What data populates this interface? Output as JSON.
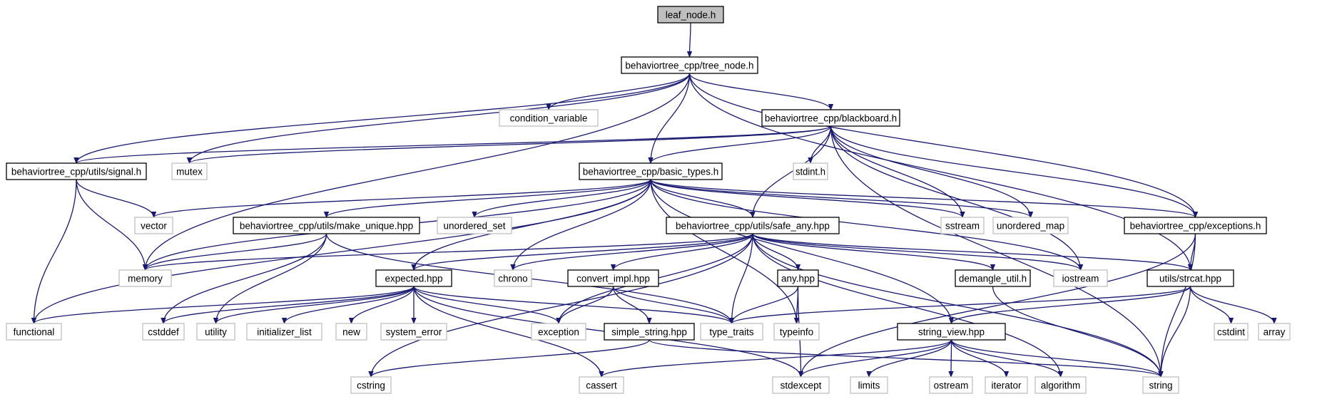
{
  "diagram": {
    "type": "include-dependency-graph",
    "colors": {
      "edge": "#191970",
      "root_fill": "#bfbfbf",
      "local_border": "#000000",
      "external_border": "#bfbfbf"
    },
    "nodes": [
      {
        "id": "leaf",
        "label": "leaf_node.h",
        "kind": "root"
      },
      {
        "id": "tree",
        "label": "behaviortree_cpp/tree_node.h",
        "kind": "local"
      },
      {
        "id": "condvar",
        "label": "condition_variable",
        "kind": "external"
      },
      {
        "id": "bb",
        "label": "behaviortree_cpp/blackboard.h",
        "kind": "local"
      },
      {
        "id": "signal",
        "label": "behaviortree_cpp/utils/signal.h",
        "kind": "local"
      },
      {
        "id": "mutex",
        "label": "mutex",
        "kind": "external"
      },
      {
        "id": "basic",
        "label": "behaviortree_cpp/basic_types.h",
        "kind": "local"
      },
      {
        "id": "stdint",
        "label": "stdint.h",
        "kind": "external"
      },
      {
        "id": "vector",
        "label": "vector",
        "kind": "external"
      },
      {
        "id": "makeu",
        "label": "behaviortree_cpp/utils/make_unique.hpp",
        "kind": "local"
      },
      {
        "id": "unset",
        "label": "unordered_set",
        "kind": "external"
      },
      {
        "id": "safe",
        "label": "behaviortree_cpp/utils/safe_any.hpp",
        "kind": "local"
      },
      {
        "id": "sstream",
        "label": "sstream",
        "kind": "external"
      },
      {
        "id": "unmap",
        "label": "unordered_map",
        "kind": "external"
      },
      {
        "id": "exc",
        "label": "behaviortree_cpp/exceptions.h",
        "kind": "local"
      },
      {
        "id": "memory",
        "label": "memory",
        "kind": "external"
      },
      {
        "id": "expected",
        "label": "expected.hpp",
        "kind": "local"
      },
      {
        "id": "chrono",
        "label": "chrono",
        "kind": "external"
      },
      {
        "id": "convert",
        "label": "convert_impl.hpp",
        "kind": "local"
      },
      {
        "id": "any",
        "label": "any.hpp",
        "kind": "local"
      },
      {
        "id": "demangle",
        "label": "demangle_util.h",
        "kind": "local"
      },
      {
        "id": "iostream",
        "label": "iostream",
        "kind": "external"
      },
      {
        "id": "strcat",
        "label": "utils/strcat.hpp",
        "kind": "local"
      },
      {
        "id": "functional",
        "label": "functional",
        "kind": "external"
      },
      {
        "id": "cstddef",
        "label": "cstddef",
        "kind": "external"
      },
      {
        "id": "utility",
        "label": "utility",
        "kind": "external"
      },
      {
        "id": "initlist",
        "label": "initializer_list",
        "kind": "external"
      },
      {
        "id": "new",
        "label": "new",
        "kind": "external"
      },
      {
        "id": "syserr",
        "label": "system_error",
        "kind": "external"
      },
      {
        "id": "exception",
        "label": "exception",
        "kind": "external"
      },
      {
        "id": "typetraits",
        "label": "type_traits",
        "kind": "external"
      },
      {
        "id": "typeinfo",
        "label": "typeinfo",
        "kind": "external"
      },
      {
        "id": "simple",
        "label": "simple_string.hpp",
        "kind": "local"
      },
      {
        "id": "strview",
        "label": "string_view.hpp",
        "kind": "local"
      },
      {
        "id": "cstdint",
        "label": "cstdint",
        "kind": "external"
      },
      {
        "id": "array",
        "label": "array",
        "kind": "external"
      },
      {
        "id": "cstring",
        "label": "cstring",
        "kind": "external"
      },
      {
        "id": "cassert",
        "label": "cassert",
        "kind": "external"
      },
      {
        "id": "stdexcept",
        "label": "stdexcept",
        "kind": "external"
      },
      {
        "id": "limits",
        "label": "limits",
        "kind": "external"
      },
      {
        "id": "ostream",
        "label": "ostream",
        "kind": "external"
      },
      {
        "id": "iterator",
        "label": "iterator",
        "kind": "external"
      },
      {
        "id": "algorithm",
        "label": "algorithm",
        "kind": "external"
      },
      {
        "id": "string",
        "label": "string",
        "kind": "external"
      }
    ],
    "edges": [
      [
        "leaf",
        "tree"
      ],
      [
        "tree",
        "condvar"
      ],
      [
        "tree",
        "bb"
      ],
      [
        "tree",
        "signal"
      ],
      [
        "tree",
        "mutex"
      ],
      [
        "tree",
        "basic"
      ],
      [
        "tree",
        "memory"
      ],
      [
        "tree",
        "exc"
      ],
      [
        "tree",
        "strcat"
      ],
      [
        "bb",
        "signal"
      ],
      [
        "bb",
        "mutex"
      ],
      [
        "bb",
        "basic"
      ],
      [
        "bb",
        "stdint"
      ],
      [
        "bb",
        "safe"
      ],
      [
        "bb",
        "sstream"
      ],
      [
        "bb",
        "unmap"
      ],
      [
        "bb",
        "exc"
      ],
      [
        "bb",
        "iostream"
      ],
      [
        "bb",
        "string"
      ],
      [
        "signal",
        "vector"
      ],
      [
        "signal",
        "memory"
      ],
      [
        "signal",
        "functional"
      ],
      [
        "basic",
        "vector"
      ],
      [
        "basic",
        "makeu"
      ],
      [
        "basic",
        "unset"
      ],
      [
        "basic",
        "safe"
      ],
      [
        "basic",
        "sstream"
      ],
      [
        "basic",
        "unmap"
      ],
      [
        "basic",
        "exc"
      ],
      [
        "basic",
        "memory"
      ],
      [
        "basic",
        "functional"
      ],
      [
        "basic",
        "expected"
      ],
      [
        "basic",
        "chrono"
      ],
      [
        "basic",
        "iostream"
      ],
      [
        "basic",
        "typeinfo"
      ],
      [
        "basic",
        "strview"
      ],
      [
        "makeu",
        "memory"
      ],
      [
        "makeu",
        "cstddef"
      ],
      [
        "makeu",
        "utility"
      ],
      [
        "makeu",
        "typetraits"
      ],
      [
        "safe",
        "memory"
      ],
      [
        "safe",
        "expected"
      ],
      [
        "safe",
        "chrono"
      ],
      [
        "safe",
        "exception"
      ],
      [
        "safe",
        "convert"
      ],
      [
        "safe",
        "typetraits"
      ],
      [
        "safe",
        "any"
      ],
      [
        "safe",
        "demangle"
      ],
      [
        "safe",
        "iostream"
      ],
      [
        "safe",
        "strcat"
      ],
      [
        "safe",
        "cstring"
      ],
      [
        "safe",
        "algorithm"
      ],
      [
        "safe",
        "string"
      ],
      [
        "exc",
        "strcat"
      ],
      [
        "exc",
        "stdexcept"
      ],
      [
        "exc",
        "string"
      ],
      [
        "expected",
        "functional"
      ],
      [
        "expected",
        "cstddef"
      ],
      [
        "expected",
        "utility"
      ],
      [
        "expected",
        "initlist"
      ],
      [
        "expected",
        "new"
      ],
      [
        "expected",
        "syserr"
      ],
      [
        "expected",
        "exception"
      ],
      [
        "expected",
        "typetraits"
      ],
      [
        "expected",
        "cassert"
      ],
      [
        "expected",
        "stdexcept"
      ],
      [
        "convert",
        "exception"
      ],
      [
        "convert",
        "typetraits"
      ],
      [
        "convert",
        "simple"
      ],
      [
        "any",
        "typetraits"
      ],
      [
        "any",
        "typeinfo"
      ],
      [
        "any",
        "stdexcept"
      ],
      [
        "demangle",
        "string"
      ],
      [
        "strcat",
        "typetraits"
      ],
      [
        "strcat",
        "strview"
      ],
      [
        "strcat",
        "cstdint"
      ],
      [
        "strcat",
        "array"
      ],
      [
        "strcat",
        "string"
      ],
      [
        "simple",
        "cstring"
      ],
      [
        "simple",
        "string"
      ],
      [
        "strview",
        "cassert"
      ],
      [
        "strview",
        "stdexcept"
      ],
      [
        "strview",
        "limits"
      ],
      [
        "strview",
        "ostream"
      ],
      [
        "strview",
        "iterator"
      ],
      [
        "strview",
        "algorithm"
      ],
      [
        "strview",
        "string"
      ]
    ]
  }
}
